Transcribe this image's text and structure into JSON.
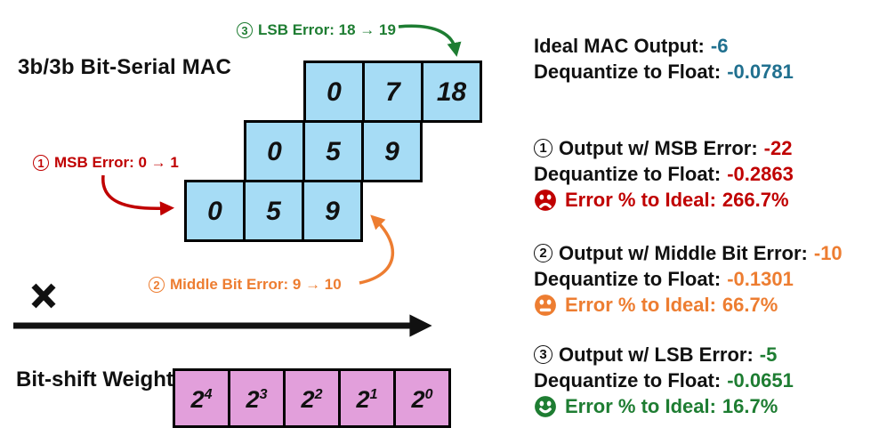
{
  "colors": {
    "cell_blue": "#A6DCF5",
    "cell_pink": "#E29FDB",
    "ideal_value_blue": "#20708F",
    "error_red": "#C00000",
    "error_orange": "#ED7D31",
    "error_green": "#1E7D32",
    "ink": "#111111"
  },
  "left": {
    "title": "3b/3b Bit-Serial MAC",
    "mac_rows": [
      [
        "0",
        "7",
        "18"
      ],
      [
        "0",
        "5",
        "9"
      ],
      [
        "0",
        "5",
        "9"
      ]
    ],
    "weight_label": "Bit-shift Weight",
    "weights": [
      {
        "base": "2",
        "exp": "4"
      },
      {
        "base": "2",
        "exp": "3"
      },
      {
        "base": "2",
        "exp": "2"
      },
      {
        "base": "2",
        "exp": "1"
      },
      {
        "base": "2",
        "exp": "0"
      }
    ],
    "annotations": {
      "msb": {
        "num": "1",
        "text": "MSB Error: 0 → 1"
      },
      "middle": {
        "num": "2",
        "text": "Middle Bit Error: 9 → 10"
      },
      "lsb": {
        "num": "3",
        "text": "LSB Error: 18 → 19"
      }
    },
    "icons": {
      "multiply": "x-mark",
      "flow": "right-arrow"
    }
  },
  "results": {
    "ideal": {
      "label": "Ideal MAC Output:",
      "value": "-6",
      "dequant_label": "Dequantize to Float:",
      "dequant_value": "-0.0781"
    },
    "msb": {
      "num": "1",
      "label": "Output w/ MSB Error:",
      "value": "-22",
      "dequant_label": "Dequantize to Float:",
      "dequant_value": "-0.2863",
      "error_label": "Error % to Ideal:",
      "error_value": "266.7%",
      "mood_icon": "sad-face"
    },
    "middle": {
      "num": "2",
      "label": "Output w/ Middle Bit Error:",
      "value": "-10",
      "dequant_label": "Dequantize to Float:",
      "dequant_value": "-0.1301",
      "error_label": "Error % to Ideal:",
      "error_value": "66.7%",
      "mood_icon": "neutral-face"
    },
    "lsb": {
      "num": "3",
      "label": "Output w/ LSB Error:",
      "value": "-5",
      "dequant_label": "Dequantize to Float:",
      "dequant_value": "-0.0651",
      "error_label": "Error % to Ideal:",
      "error_value": "16.7%",
      "mood_icon": "happy-face"
    }
  }
}
